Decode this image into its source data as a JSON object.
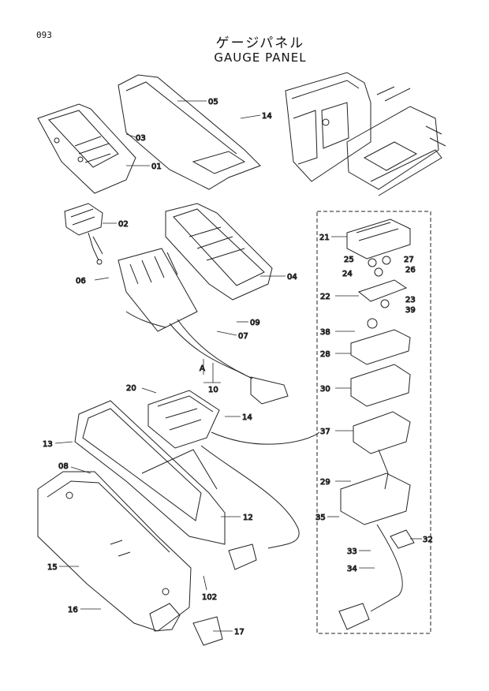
{
  "header": {
    "page_number": "093",
    "title_jp": "ゲージパネル",
    "title_en": "GAUGE PANEL"
  },
  "callouts": {
    "c01": "01",
    "c02": "02",
    "c03": "03",
    "c04": "04",
    "c05": "05",
    "c06": "06",
    "c07": "07",
    "c08": "08",
    "c09": "09",
    "c10": "10",
    "c12": "12",
    "c13": "13",
    "c14a": "14",
    "c14b": "14",
    "c15": "15",
    "c16": "16",
    "c17": "17",
    "c20": "20",
    "c21": "21",
    "c22": "22",
    "c23": "23",
    "c24": "24",
    "c25": "25",
    "c26": "26",
    "c27": "27",
    "c28": "28",
    "c29": "29",
    "c30": "30",
    "c32": "32",
    "c33": "33",
    "c34": "34",
    "c35": "35",
    "c37": "37",
    "c38": "38",
    "c39": "39",
    "c102": "102",
    "cA": "A"
  }
}
